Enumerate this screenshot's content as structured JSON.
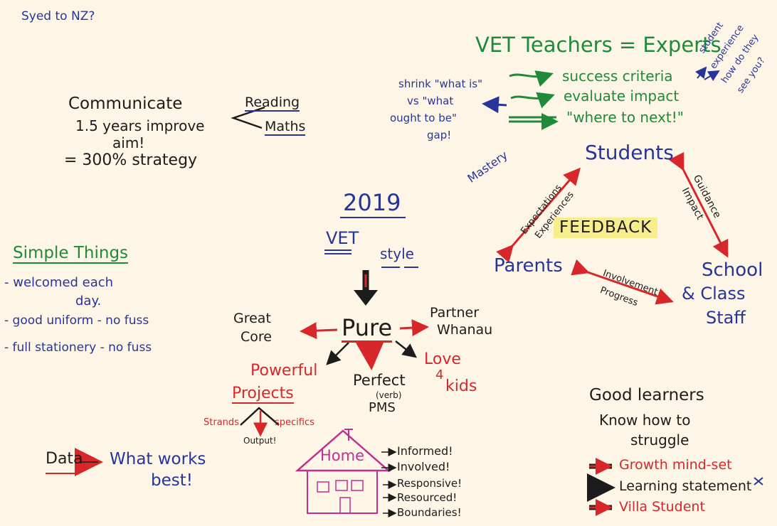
{
  "colors": {
    "paper": "#fdf6e6",
    "blue": "#27359a",
    "green": "#1f8a3a",
    "red": "#d8272b",
    "black": "#1c1c1c",
    "pink": "#c42f8f",
    "highlight": "#f7ee8b"
  },
  "top_note": "Syed to NZ?",
  "communicate": {
    "line1": "Communicate",
    "line2": "1.5 years improve",
    "line3": "aim!",
    "line4": "= 300% strategy",
    "reading": "Reading",
    "maths": "Maths"
  },
  "vet_teachers": {
    "title": "VET Teachers = Experts",
    "shrink": [
      "shrink \"what is\"",
      "vs \"what",
      "ought to be\"",
      "gap!"
    ],
    "items": [
      "success criteria",
      "evaluate impact",
      "\"where to next!\""
    ],
    "side_note": [
      "student",
      "experience",
      "how do they",
      "see you?"
    ]
  },
  "feedback": {
    "center": "FEEDBACK",
    "students": "Students",
    "parents": "Parents",
    "school": [
      "School",
      "& Class",
      "Staff"
    ],
    "mastery": "Mastery",
    "left_edge": [
      "Expectations",
      "Experiences"
    ],
    "right_edge": [
      "Guidance",
      "Impact"
    ],
    "bottom_edge": [
      "Involvement",
      "Progress"
    ]
  },
  "center_map": {
    "year": "2019",
    "vet": "VET",
    "style": "style",
    "pure": "Pure",
    "great_core": [
      "Great",
      "Core"
    ],
    "partner": [
      "Partner",
      "Whanau"
    ],
    "powerful_projects": [
      "Powerful",
      "Projects"
    ],
    "perfect_pms": [
      "Perfect",
      "(verb)",
      "PMS"
    ],
    "love_kids": [
      "Love",
      "4",
      "kids"
    ],
    "strands": "Strands",
    "specifics": "specifics",
    "output": "Output!"
  },
  "simple_things": {
    "title": "Simple Things",
    "items": [
      "- welcomed each",
      "day.",
      "- good uniform - no fuss",
      "- full stationery - no fuss"
    ]
  },
  "data_note": {
    "data": "Data",
    "what_works": [
      "What works",
      "best!"
    ]
  },
  "home": {
    "label": "Home",
    "items": [
      "Informed!",
      "Involved!",
      "Responsive!",
      "Resourced!",
      "Boundaries!"
    ]
  },
  "good_learners": {
    "lines": [
      "Good learners",
      "Know how to",
      "struggle"
    ],
    "items": [
      "Growth mind-set",
      "Learning statement",
      "Villa Student"
    ]
  }
}
